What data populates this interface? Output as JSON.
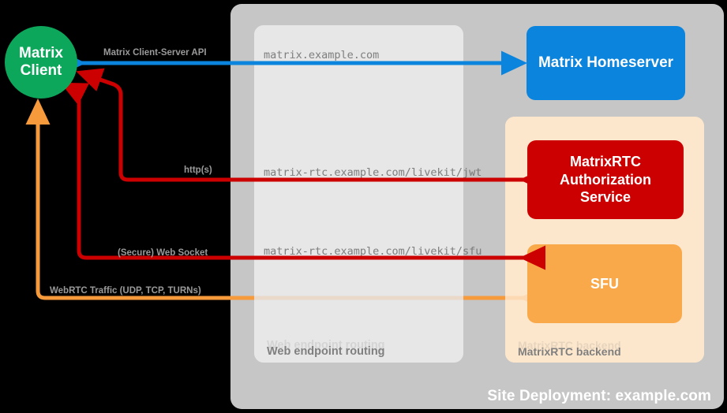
{
  "diagram": {
    "title": "Site Deployment: example.com",
    "site_label": "Site Deployment: example.com",
    "background": "#000000"
  },
  "containers": {
    "site": {
      "label": "Site Deployment: example.com",
      "color": "#C6C6C6"
    },
    "routing": {
      "label": "Web endpoint routing",
      "color": "#E6E6E6"
    },
    "backend": {
      "label": "MatrixRTC backend",
      "color": "#FDE6CC"
    }
  },
  "nodes": {
    "client": {
      "label": "Matrix\nClient",
      "line1": "Matrix",
      "line2": "Client",
      "color": "#0DA75C"
    },
    "homeserver": {
      "label": "Matrix Homeserver",
      "color": "#0A84DC"
    },
    "auth_service": {
      "line1": "MatrixRTC",
      "line2": "Authorization",
      "line3": "Service",
      "color": "#CC0000"
    },
    "sfu": {
      "label": "SFU",
      "color": "#F9A94A"
    }
  },
  "endpoints": {
    "homeserver_url": "matrix.example.com",
    "jwt_url": "matrix-rtc.example.com/livekit/jwt",
    "sfu_url": "matrix-rtc.example.com/livekit/sfu"
  },
  "connections": [
    {
      "name": "client-server-api",
      "label": "Matrix Client-Server API",
      "color": "#0A84DC",
      "direction": "bidirectional"
    },
    {
      "name": "http-jwt",
      "label": "http(s)",
      "color": "#CC0000",
      "direction": "bidirectional"
    },
    {
      "name": "web-socket",
      "label": "(Secure) Web Socket",
      "color": "#CC0000",
      "direction": "bidirectional"
    },
    {
      "name": "webrtc-traffic",
      "label": "WebRTC Traffic (UDP, TCP, TURNs)",
      "color": "#F79A3C",
      "direction": "bidirectional"
    }
  ]
}
